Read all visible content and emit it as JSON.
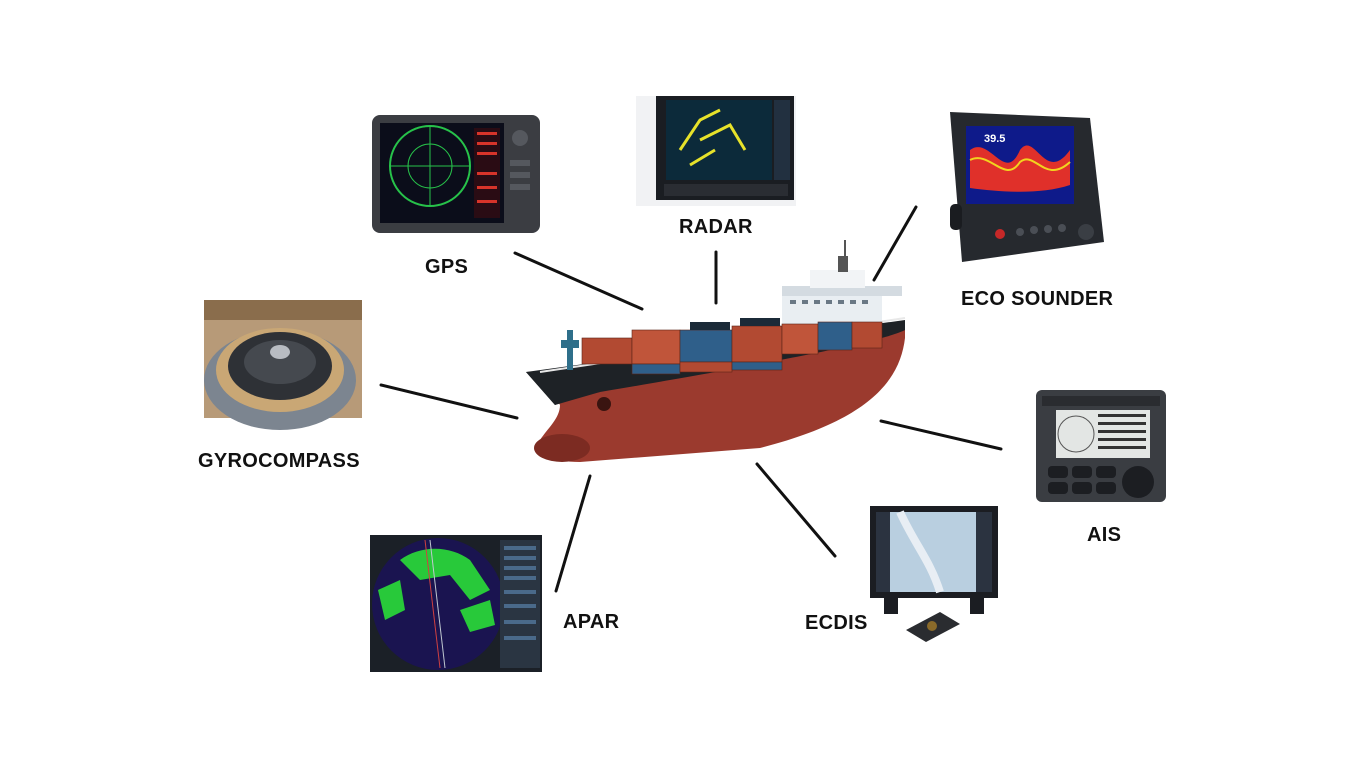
{
  "labels": {
    "gps": "GPS",
    "radar": "RADAR",
    "eco_sounder": "ECO SOUNDER",
    "gyrocompass": "GYROCOMPASS",
    "ais": "AIS",
    "apar": "APAR",
    "ecdis": "ECDIS"
  },
  "colors": {
    "connector": "#111111",
    "hull_red": "#9b3a2e",
    "hull_black": "#1e2226",
    "container_red": "#b24a32",
    "container_blue": "#2f5f8a"
  }
}
